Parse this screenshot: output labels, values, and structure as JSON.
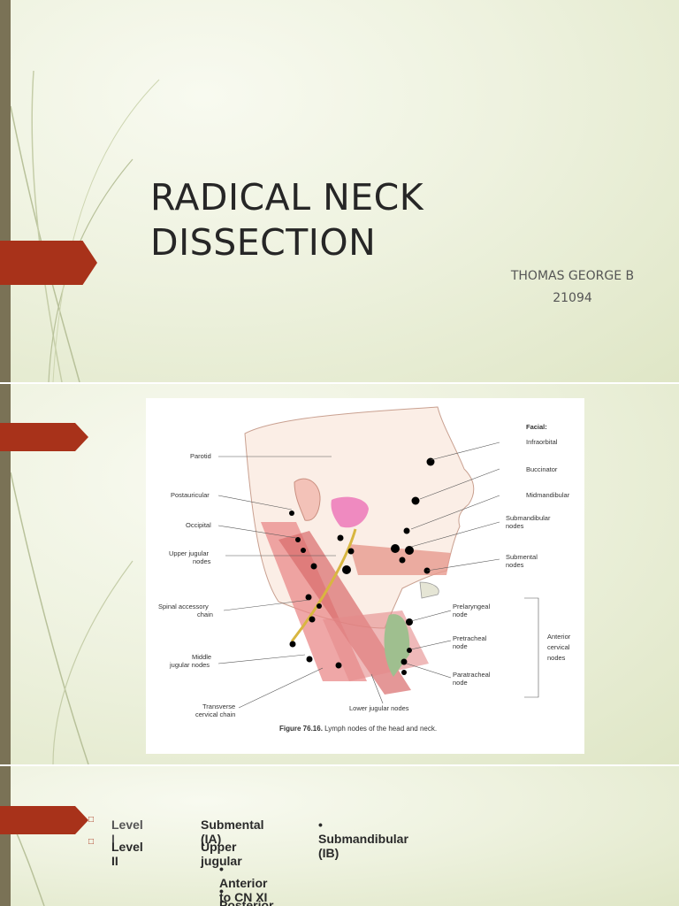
{
  "slide1": {
    "title_line1": "RADICAL NECK",
    "title_line2": "DISSECTION",
    "author": "THOMAS GEORGE B",
    "id": "21094"
  },
  "slide2": {
    "figure": {
      "caption_bold": "Figure 76.16.",
      "caption_text": "Lymph nodes of the head and neck.",
      "labels_left": [
        "Parotid",
        "Postauricular",
        "Occipital",
        "Upper jugular",
        "nodes",
        "Spinal accessory",
        "chain",
        "Middle",
        "jugular nodes",
        "Transverse",
        "cervical chain"
      ],
      "label_bottom": "Lower jugular nodes",
      "facial_heading": "Facial:",
      "labels_right": [
        "Infraorbital",
        "Buccinator",
        "Midmandibular",
        "Submandibular",
        "nodes",
        "Submental",
        "nodes",
        "Prelaryngeal",
        "node",
        "Pretracheal",
        "node",
        "Paratracheal",
        "node"
      ],
      "bracket_label": [
        "Anterior",
        "cervical",
        "nodes"
      ]
    }
  },
  "slide3": {
    "bullets": [
      {
        "level": "Level I",
        "col2": "Submental (IA)",
        "col3": "• Submandibular (IB)"
      },
      {
        "level": "Level II",
        "col2": "Upper jugular"
      }
    ],
    "sub_items": [
      "• Anterior to CN XI (IIA)",
      "• Posterior to CN XI (IIB)"
    ]
  },
  "colors": {
    "accent": "#a8321a",
    "sidebar": "#7a7256",
    "background": "#e9eed8"
  }
}
